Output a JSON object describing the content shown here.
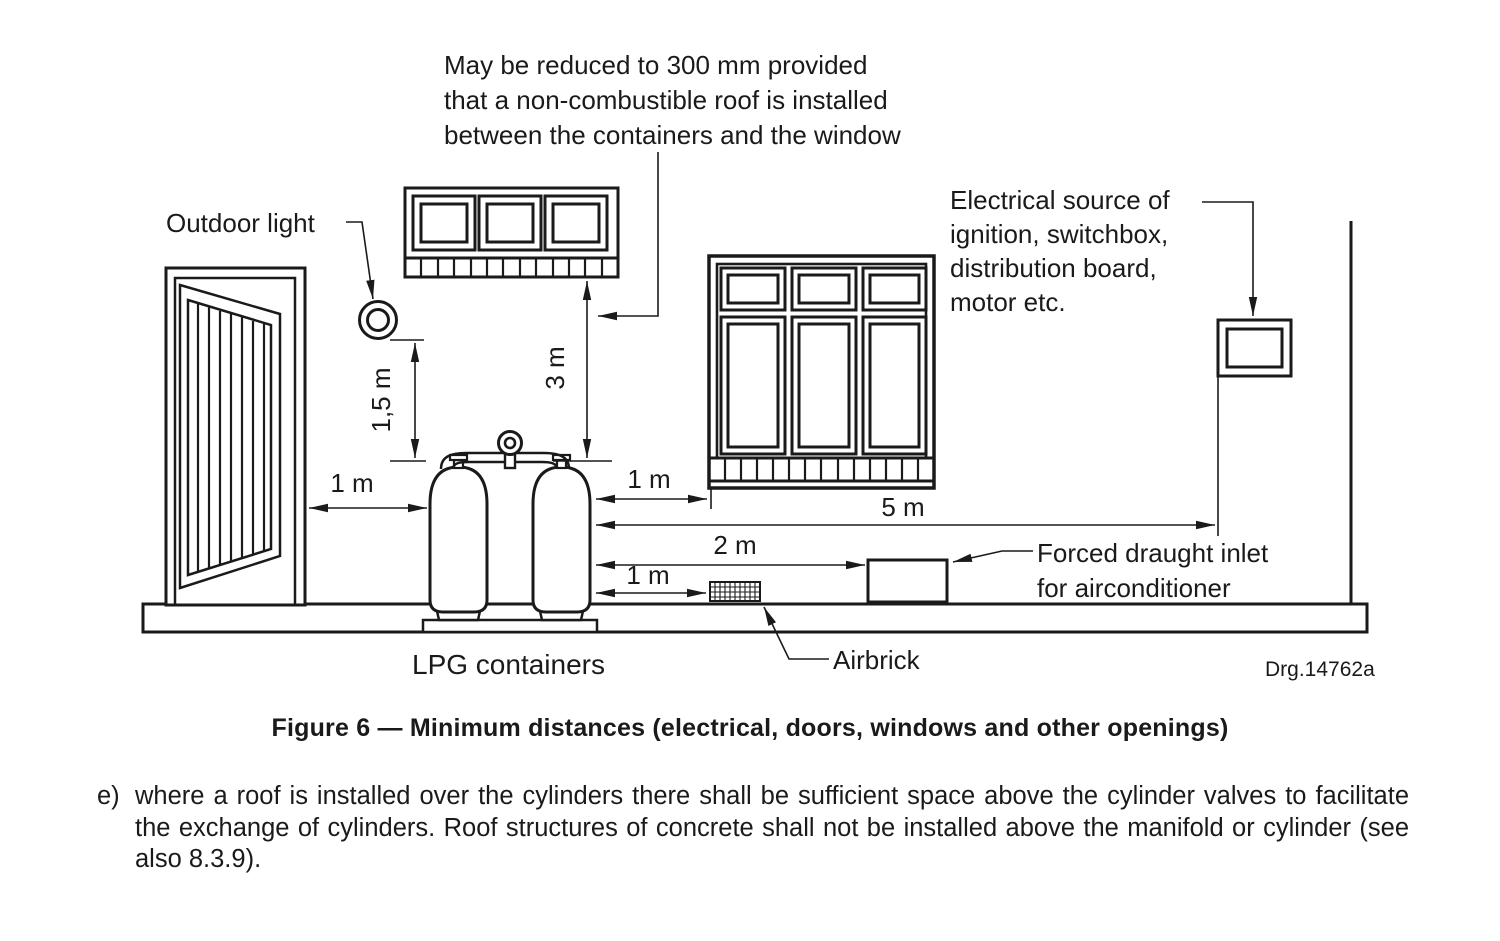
{
  "figure": {
    "annotation_roof_note": [
      "May be reduced to 300 mm provided",
      "that a non-combustible roof is installed",
      "between the containers and the window"
    ],
    "labels": {
      "outdoor_light": "Outdoor light",
      "electrical_source_lines": [
        "Electrical source of",
        "ignition, switchbox,",
        "distribution board,",
        "motor etc."
      ],
      "forced_draught_lines": [
        "Forced draught inlet",
        "for airconditioner"
      ],
      "airbrick": "Airbrick",
      "lpg_containers": "LPG containers",
      "drawing_number": "Drg.14762a"
    },
    "dimensions": {
      "door_to_cylinder": "1 m",
      "light_to_valve": "1,5 m",
      "window_above": "3 m",
      "cylinder_to_window": "1 m",
      "cylinder_to_wall": "5 m",
      "cylinder_to_inlet": "2 m",
      "cylinder_to_airbrick": "1 m"
    },
    "caption": "Figure 6 — Minimum distances (electrical, doors, windows and other openings)"
  },
  "note": {
    "prefix": "e)",
    "text": "where a roof is installed over the cylinders there shall be sufficient space above the cylinder valves to facilitate the exchange of cylinders. Roof structures of concrete shall not be installed above the manifold or cylinder (see also 8.3.9)."
  },
  "colors": {
    "ink": "#1a1a1a",
    "background": "#ffffff"
  }
}
